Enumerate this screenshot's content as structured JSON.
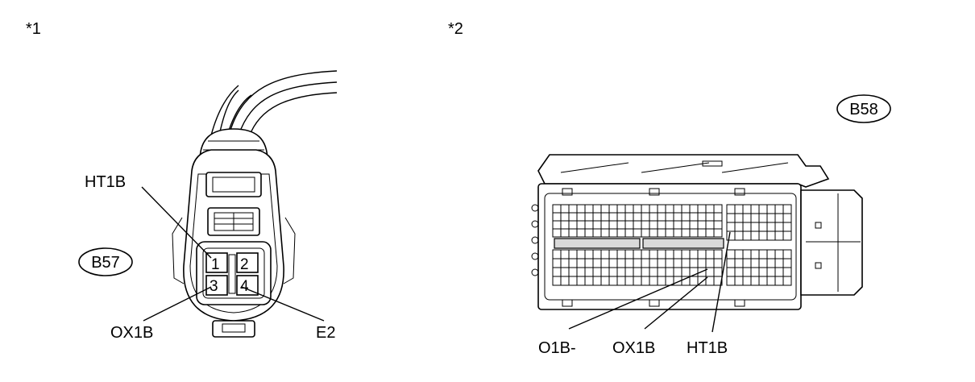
{
  "figure1": {
    "index_label": "*1",
    "connector_id": "B57",
    "pins": {
      "p1": "1",
      "p2": "2",
      "p3": "3",
      "p4": "4"
    },
    "callouts": {
      "ht1b": "HT1B",
      "ox1b": "OX1B",
      "e2": "E2"
    }
  },
  "figure2": {
    "index_label": "*2",
    "connector_id": "B58",
    "callouts": {
      "o1b_minus": "O1B-",
      "ox1b": "OX1B",
      "ht1b": "HT1B"
    }
  }
}
